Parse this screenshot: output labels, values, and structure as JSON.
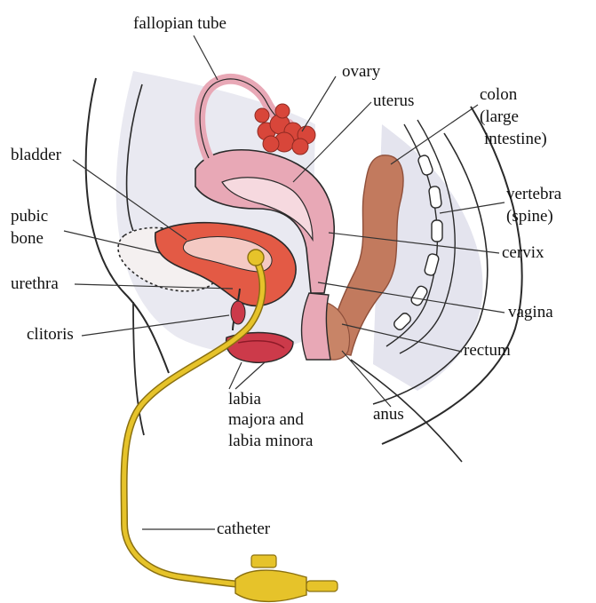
{
  "colors": {
    "outline": "#2a2a2a",
    "skin_shade": "#e6e6ee",
    "uterus_pink": "#e8a8b6",
    "uterus_light": "#f6d9df",
    "ovary_red": "#d8463a",
    "bladder_red": "#e35a45",
    "bone_pink": "#f4c9c3",
    "colon_brown": "#c27a5e",
    "labia_red": "#cc3a4a",
    "catheter_yellow": "#e6c32a",
    "catheter_dark": "#8a7010",
    "leader_line": "#333333"
  },
  "labels": {
    "fallopian_tube": "fallopian tube",
    "ovary": "ovary",
    "uterus": "uterus",
    "colon_line1": "colon",
    "colon_line2": "(large",
    "colon_line3": "intestine)",
    "bladder": "bladder",
    "vertebra_line1": "vertebra",
    "vertebra_line2": "(spine)",
    "pubic_bone_line1": "pubic",
    "pubic_bone_line2": "bone",
    "cervix": "cervix",
    "urethra": "urethra",
    "vagina": "vagina",
    "clitoris": "clitoris",
    "rectum": "rectum",
    "labia_line1": "labia",
    "labia_line2": "majora and",
    "labia_line3": "labia minora",
    "anus": "anus",
    "catheter": "catheter"
  }
}
